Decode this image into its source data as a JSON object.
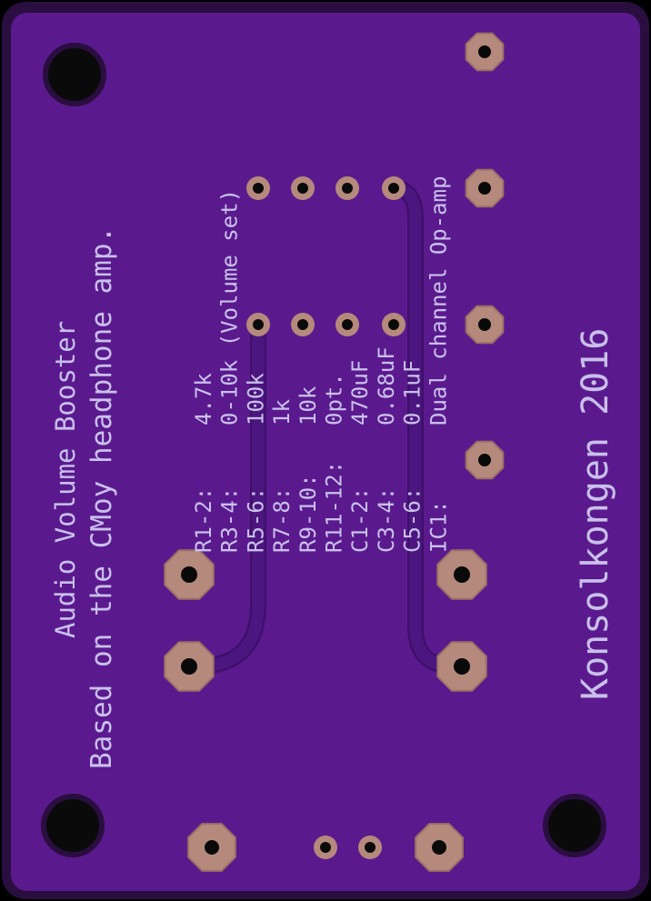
{
  "board": {
    "colors": {
      "background": "#000000",
      "edge": "#2a0e40",
      "substrate": "#5a1a8e",
      "trace": "#4c1680",
      "trace_edge": "#3f106b",
      "pad": "#b58a7c",
      "pad_dark": "#9a7063",
      "hole": "#0a0a0a",
      "silkscreen": "#c9c0ea"
    },
    "silkscreen": {
      "title_line_1": "Audio Volume Booster",
      "title_line_2": "Based on the CMoy headphone amp.",
      "bom": [
        {
          "ref": "R1-2:",
          "value": "4.7k"
        },
        {
          "ref": "R3-4:",
          "value": "0-10k (Volume set)"
        },
        {
          "ref": "R5-6:",
          "value": "100k"
        },
        {
          "ref": "R7-8:",
          "value": "1k"
        },
        {
          "ref": "R9-10:",
          "value": "10k"
        },
        {
          "ref": "R11-12:",
          "value": "0pt."
        },
        {
          "ref": "C1-2:",
          "value": "470uF"
        },
        {
          "ref": "C3-4:",
          "value": "0.68uF"
        },
        {
          "ref": "C5-6:",
          "value": "0.1uF"
        },
        {
          "ref": "IC1:",
          "value": "Dual channel Op-amp"
        }
      ],
      "credit": "Konsolkongen 2016"
    },
    "icons": {
      "mounting_hole": "mounting-hole-icon",
      "octagon_pad": "octagon-pad-icon",
      "round_pad": "round-pad-icon"
    }
  }
}
